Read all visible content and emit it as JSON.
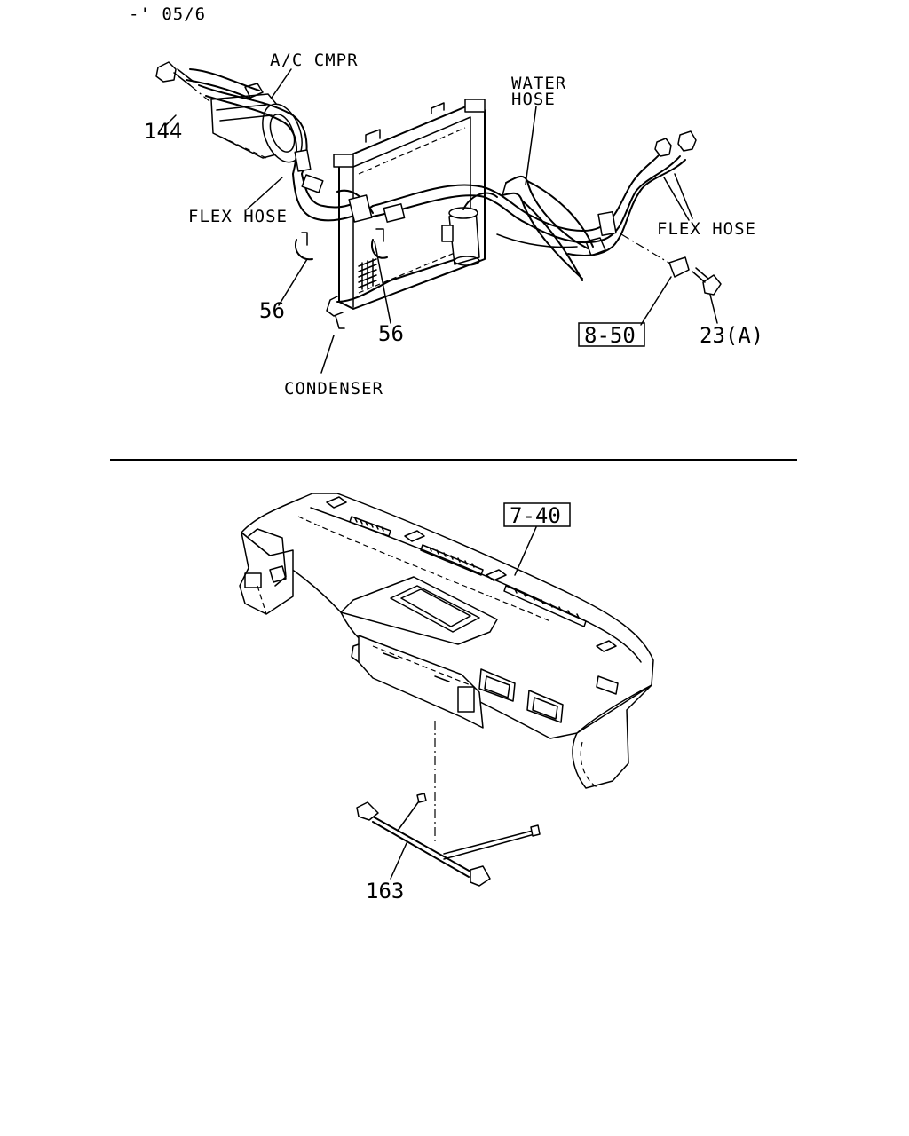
{
  "header": {
    "code": "-' 05/6"
  },
  "upper_section": {
    "labels": {
      "ac_compressor": "A/C CMPR",
      "water_hose_line1": "WATER",
      "water_hose_line2": "HOSE",
      "flex_hose_left": "FLEX HOSE",
      "flex_hose_right": "FLEX HOSE",
      "condenser": "CONDENSER"
    },
    "part_numbers": {
      "bolt_top": "144",
      "clip_left": "56",
      "clip_right": "56",
      "bolt_right": "23(A)"
    },
    "references": {
      "group_ref": "8-50"
    }
  },
  "lower_section": {
    "references": {
      "instrument_panel_ref": "7-40"
    },
    "part_numbers": {
      "harness": "163"
    }
  }
}
